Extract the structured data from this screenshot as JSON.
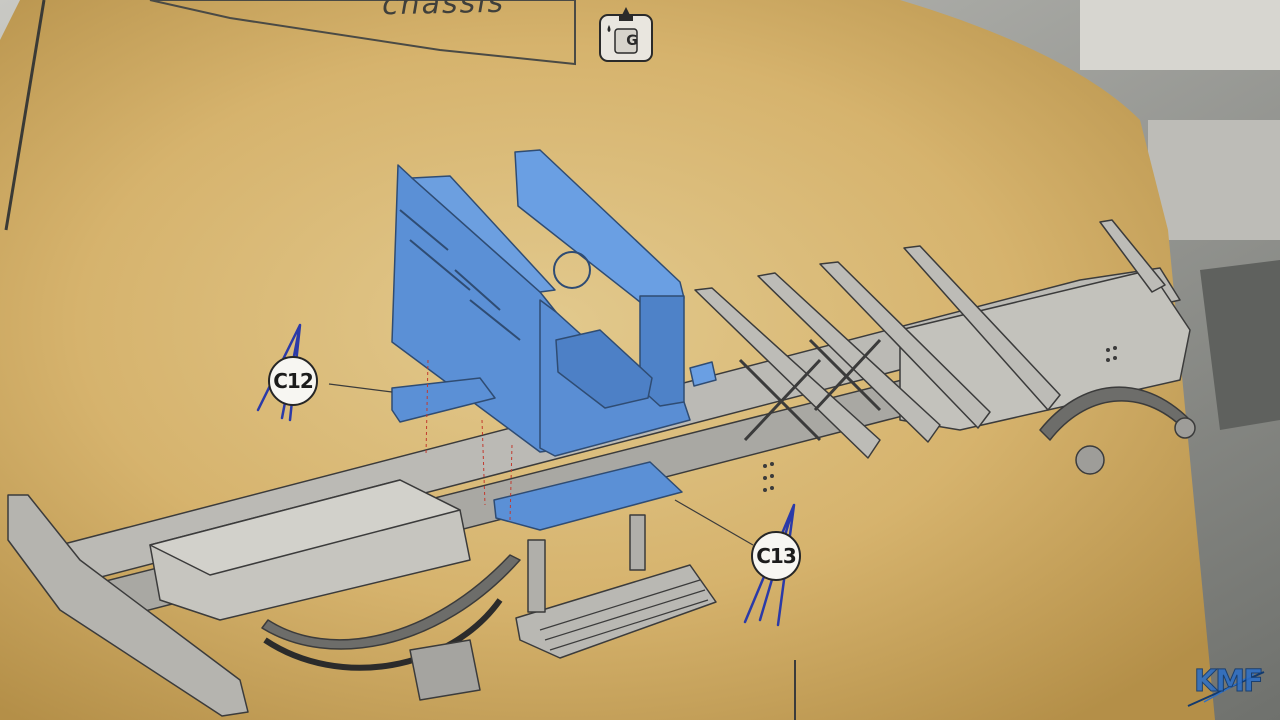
{
  "header": {
    "title_fragment": "chassis",
    "glue_symbol_letter": "G"
  },
  "callouts": {
    "c12": "C12",
    "c13": "C13"
  },
  "watermark": {
    "text": "KMF"
  },
  "colors": {
    "paper": "#d9b772",
    "highlight_part": "#5b90d6",
    "grey_part": "#b9b8b3",
    "outline": "#3b3b3b",
    "pen_ink": "#2b3aa8"
  }
}
